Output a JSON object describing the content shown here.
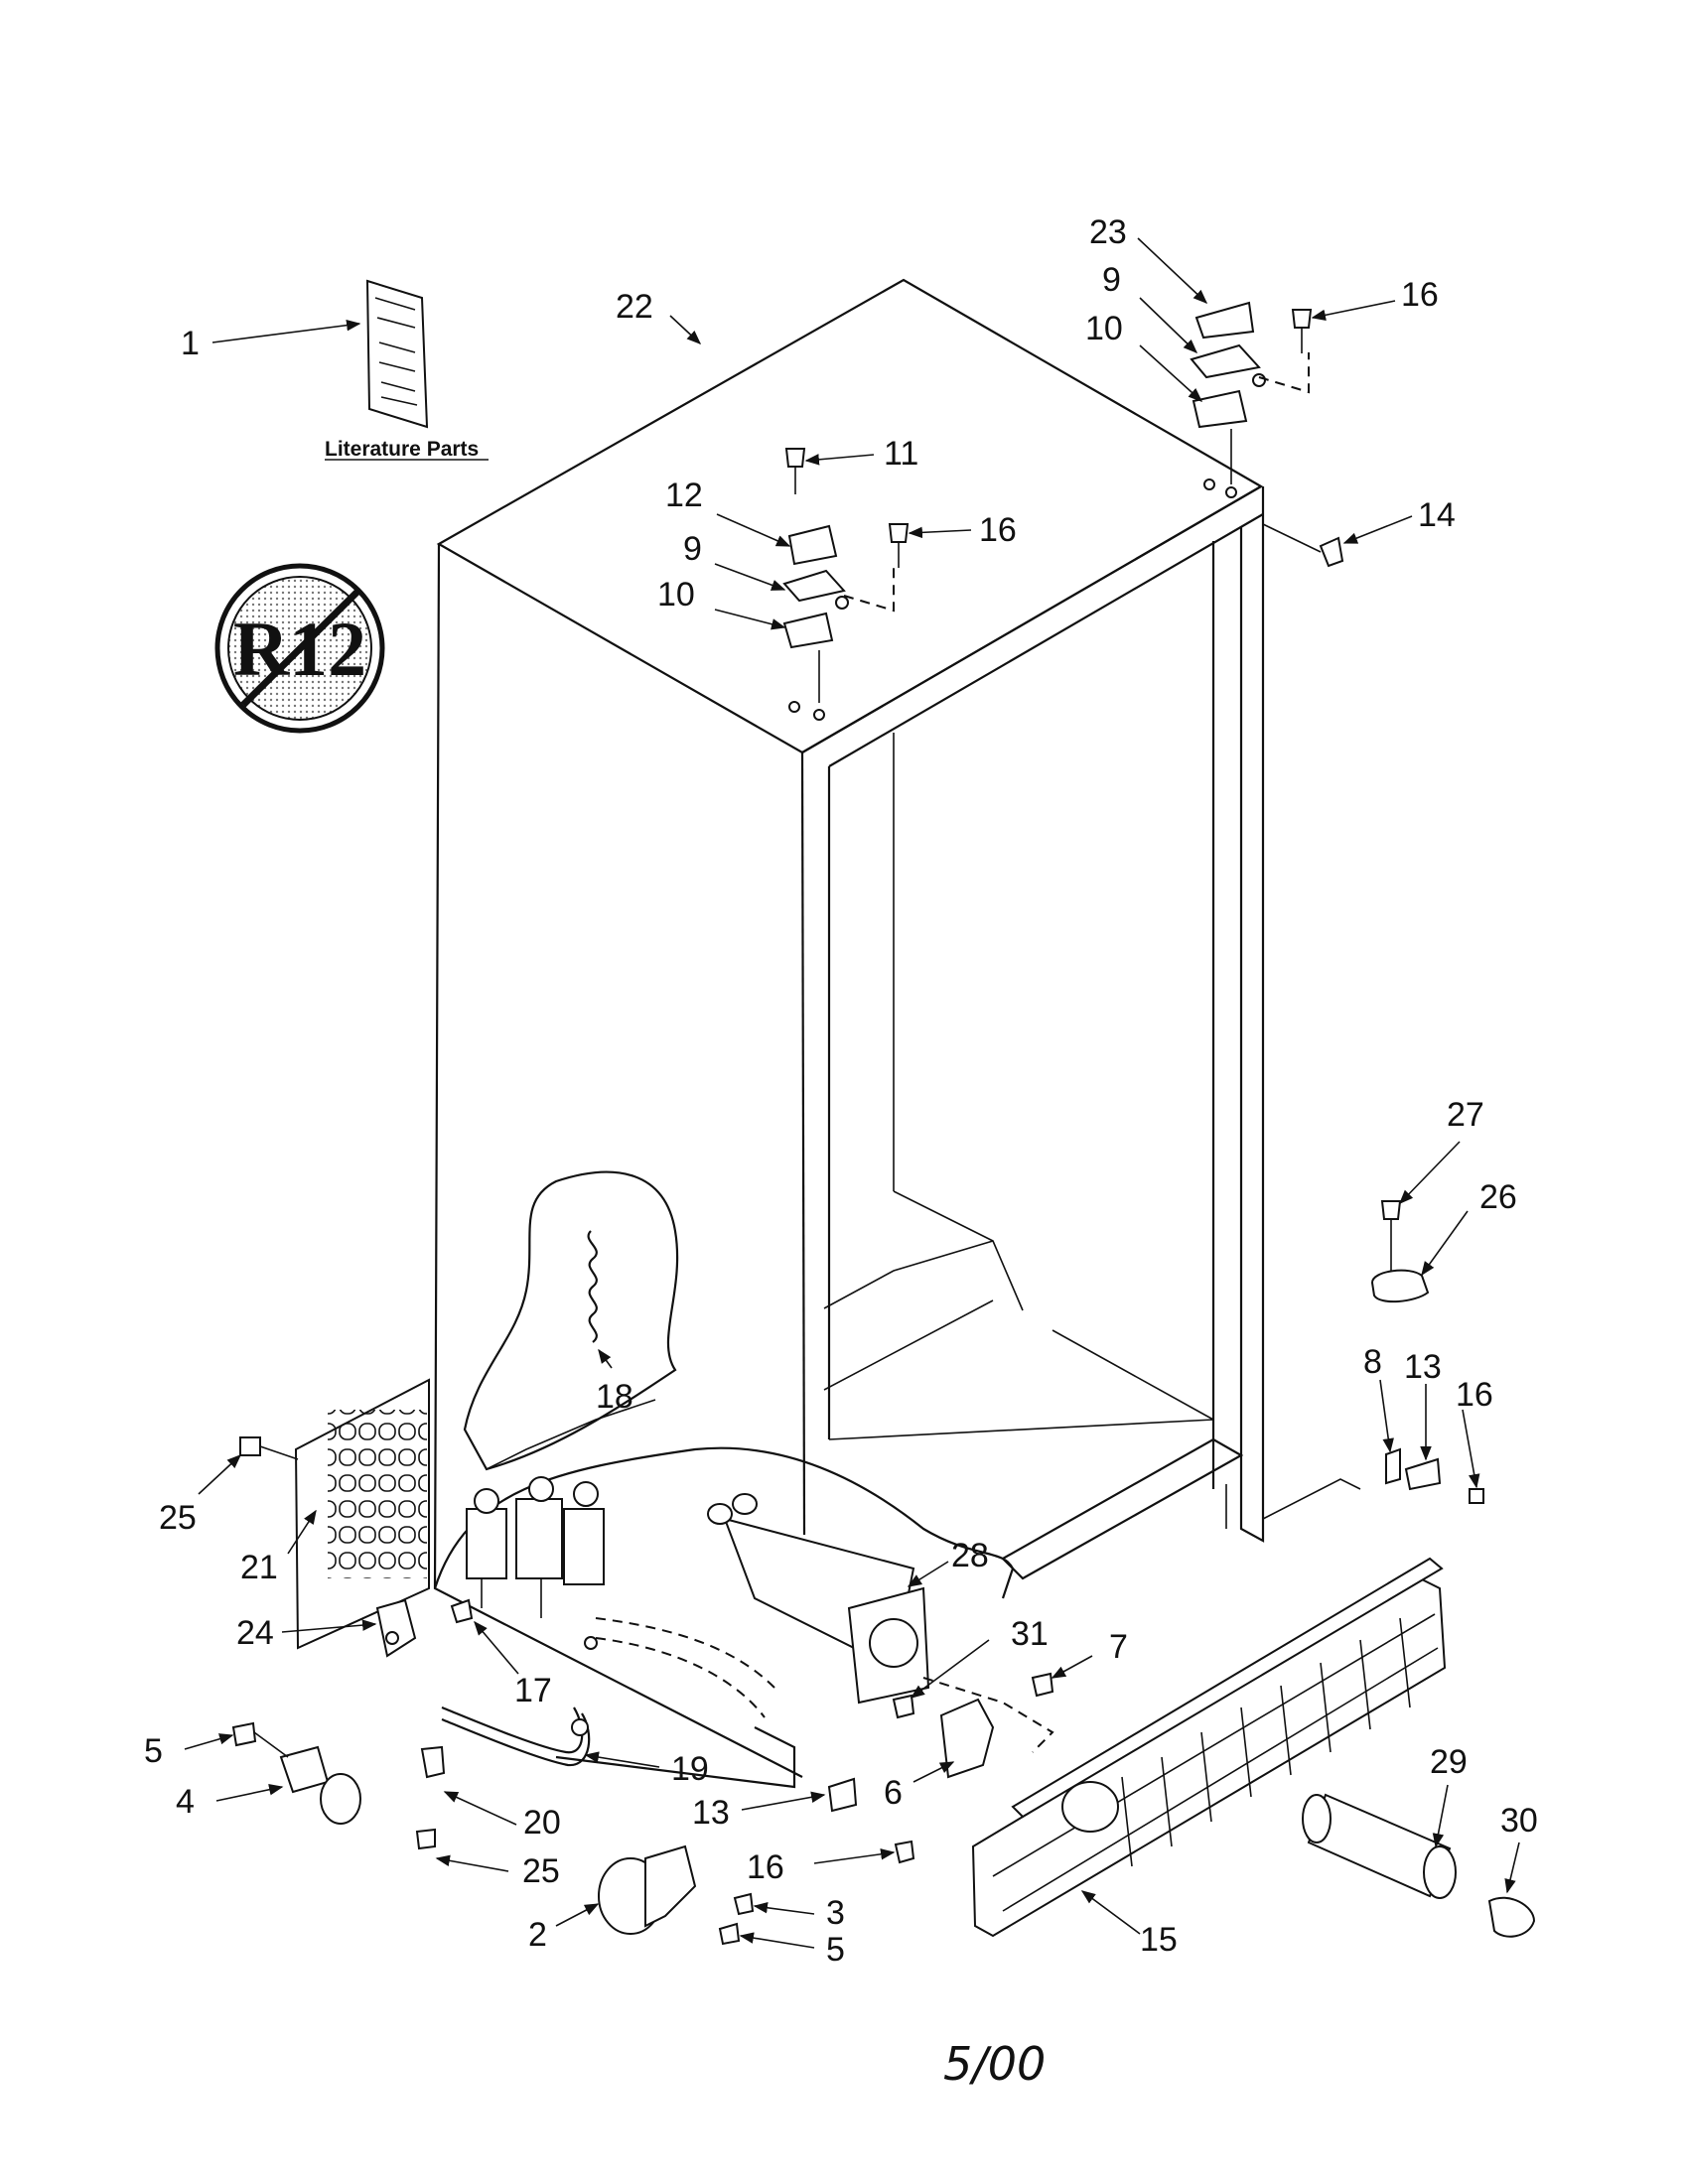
{
  "callouts": [
    {
      "id": "c1",
      "label": "1"
    },
    {
      "id": "c22",
      "label": "22"
    },
    {
      "id": "c23",
      "label": "23"
    },
    {
      "id": "c9a",
      "label": "9"
    },
    {
      "id": "c10a",
      "label": "10"
    },
    {
      "id": "c16a",
      "label": "16"
    },
    {
      "id": "c11",
      "label": "11"
    },
    {
      "id": "c12",
      "label": "12"
    },
    {
      "id": "c9b",
      "label": "9"
    },
    {
      "id": "c10b",
      "label": "10"
    },
    {
      "id": "c16b",
      "label": "16"
    },
    {
      "id": "c14",
      "label": "14"
    },
    {
      "id": "c27",
      "label": "27"
    },
    {
      "id": "c26",
      "label": "26"
    },
    {
      "id": "c8",
      "label": "8"
    },
    {
      "id": "c13a",
      "label": "13"
    },
    {
      "id": "c16c",
      "label": "16"
    },
    {
      "id": "c18",
      "label": "18"
    },
    {
      "id": "c25a",
      "label": "25"
    },
    {
      "id": "c21",
      "label": "21"
    },
    {
      "id": "c28",
      "label": "28"
    },
    {
      "id": "c24",
      "label": "24"
    },
    {
      "id": "c17",
      "label": "17"
    },
    {
      "id": "c31",
      "label": "31"
    },
    {
      "id": "c7",
      "label": "7"
    },
    {
      "id": "c5a",
      "label": "5"
    },
    {
      "id": "c4",
      "label": "4"
    },
    {
      "id": "c19",
      "label": "19"
    },
    {
      "id": "c20",
      "label": "20"
    },
    {
      "id": "c6",
      "label": "6"
    },
    {
      "id": "c29",
      "label": "29"
    },
    {
      "id": "c30",
      "label": "30"
    },
    {
      "id": "c13b",
      "label": "13"
    },
    {
      "id": "c16d",
      "label": "16"
    },
    {
      "id": "c25b",
      "label": "25"
    },
    {
      "id": "c2",
      "label": "2"
    },
    {
      "id": "c3",
      "label": "3"
    },
    {
      "id": "c5b",
      "label": "5"
    },
    {
      "id": "c15",
      "label": "15"
    }
  ],
  "literature_label": "Literature Parts",
  "no_r12_symbol_text": "R12",
  "date_stamp": "5/00"
}
